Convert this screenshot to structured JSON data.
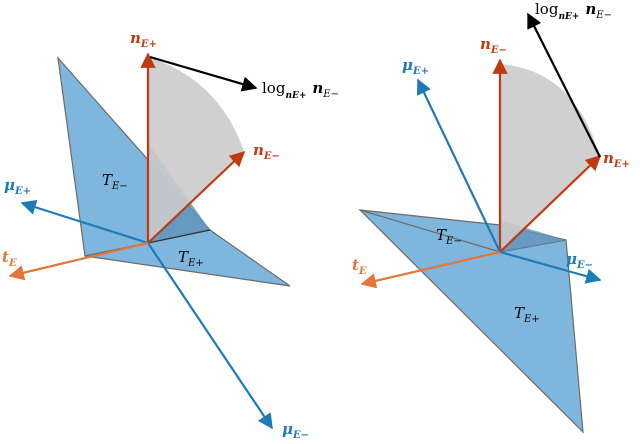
{
  "colors": {
    "triangle_fill": "#7fb6de",
    "triangle_fill_dark": "#5f92b8",
    "triangle_stroke": "#6b6b6b",
    "normal_arrow": "#bf3a12",
    "mu_arrow": "#1f7ab8",
    "tangent_arrow": "#e57637",
    "log_arrow": "#000000",
    "arc_fill": "#cbcbcb"
  },
  "left_panel": {
    "labels": {
      "n_plus": {
        "base": "n",
        "sub": "E+"
      },
      "n_minus": {
        "base": "n",
        "sub": "E−"
      },
      "mu_plus": {
        "base": "μ",
        "sub": "E+"
      },
      "mu_minus": {
        "base": "μ",
        "sub": "E−"
      },
      "t": {
        "base": "t",
        "sub": "E"
      },
      "T_minus": {
        "base": "T",
        "sub": "E−"
      },
      "T_plus": {
        "base": "T",
        "sub": "E+"
      },
      "log": {
        "prefix": "log",
        "sub": "nE+",
        "arg_base": "n",
        "arg_sub": "E−"
      }
    }
  },
  "right_panel": {
    "labels": {
      "n_plus": {
        "base": "n",
        "sub": "E+"
      },
      "n_minus": {
        "base": "n",
        "sub": "E−"
      },
      "mu_plus": {
        "base": "μ",
        "sub": "E+"
      },
      "mu_minus": {
        "base": "μ",
        "sub": "E−"
      },
      "t": {
        "base": "t",
        "sub": "E"
      },
      "T_minus": {
        "base": "T",
        "sub": "E−"
      },
      "T_plus": {
        "base": "T",
        "sub": "E+"
      },
      "log": {
        "prefix": "log",
        "sub": "nE+",
        "arg_base": "n",
        "arg_sub": "E−"
      }
    }
  }
}
